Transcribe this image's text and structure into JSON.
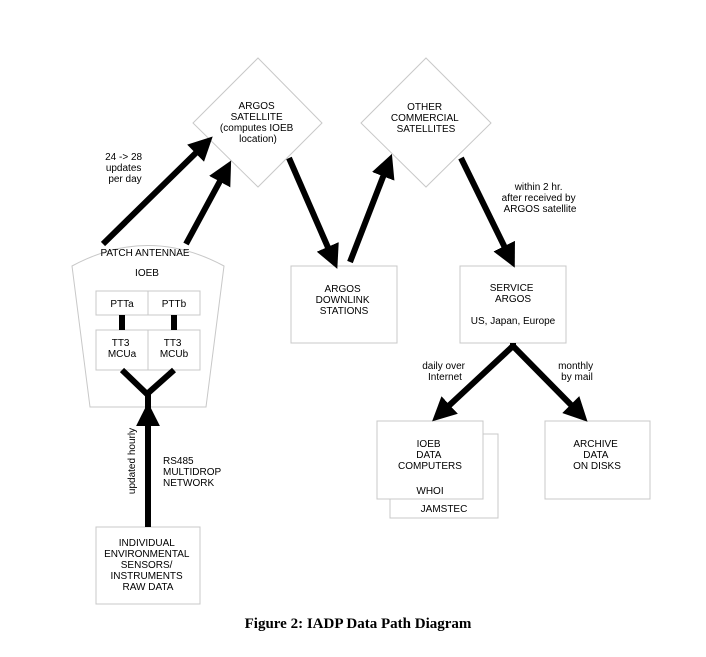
{
  "caption": "Figure 2: IADP Data Path Diagram",
  "nodes": {
    "argos_satellite": [
      "ARGOS",
      "SATELLITE",
      "(computes IOEB",
      "location)"
    ],
    "other_satellites": [
      "OTHER",
      "COMMERCIAL",
      "SATELLITES"
    ],
    "patch_antennae": "PATCH ANTENNAE",
    "ioeb": "IOEB",
    "ptta": "PTTa",
    "pttb": "PTTb",
    "mcua": [
      "TT3",
      "MCUa"
    ],
    "mcub": [
      "TT3",
      "MCUb"
    ],
    "downlink": [
      "ARGOS",
      "DOWNLINK",
      "STATIONS"
    ],
    "service_argos": [
      "SERVICE",
      "ARGOS"
    ],
    "service_regions": "US, Japan, Europe",
    "ioeb_computers": [
      "IOEB",
      "DATA",
      "COMPUTERS"
    ],
    "whoi": "WHOI",
    "jamstec": "JAMSTEC",
    "archive": [
      "ARCHIVE",
      "DATA",
      "ON DISKS"
    ],
    "sensors": [
      "INDIVIDUAL",
      "ENVIRONMENTAL",
      "SENSORS/",
      "INSTRUMENTS",
      "RAW DATA"
    ]
  },
  "edge_labels": {
    "updates": [
      "24 -> 28",
      "updates",
      "per day"
    ],
    "within": [
      "within 2 hr.",
      "after received by",
      "ARGOS satellite"
    ],
    "daily": [
      "daily over",
      "Internet"
    ],
    "monthly": [
      "monthly",
      "by mail"
    ],
    "hourly": "updated hourly",
    "rs485": [
      "RS485",
      "MULTIDROP",
      "NETWORK"
    ]
  }
}
